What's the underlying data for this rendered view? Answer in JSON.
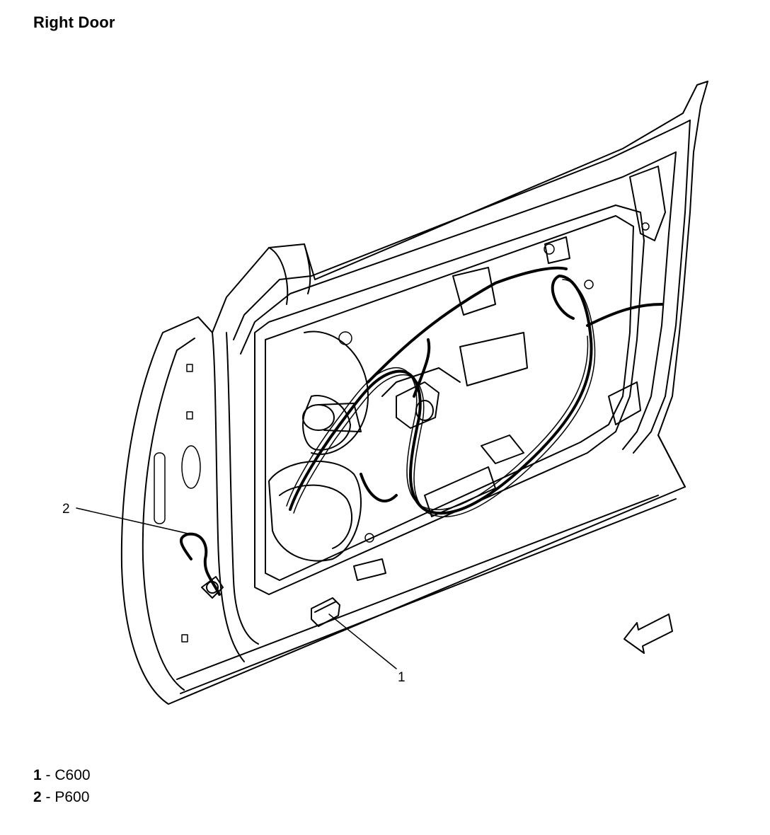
{
  "title": "Right Door",
  "callouts": [
    {
      "number": "1",
      "code": "C600"
    },
    {
      "number": "2",
      "code": "P600"
    }
  ],
  "legend_separator": " - ",
  "colors": {
    "line": "#000000",
    "background": "#ffffff"
  }
}
